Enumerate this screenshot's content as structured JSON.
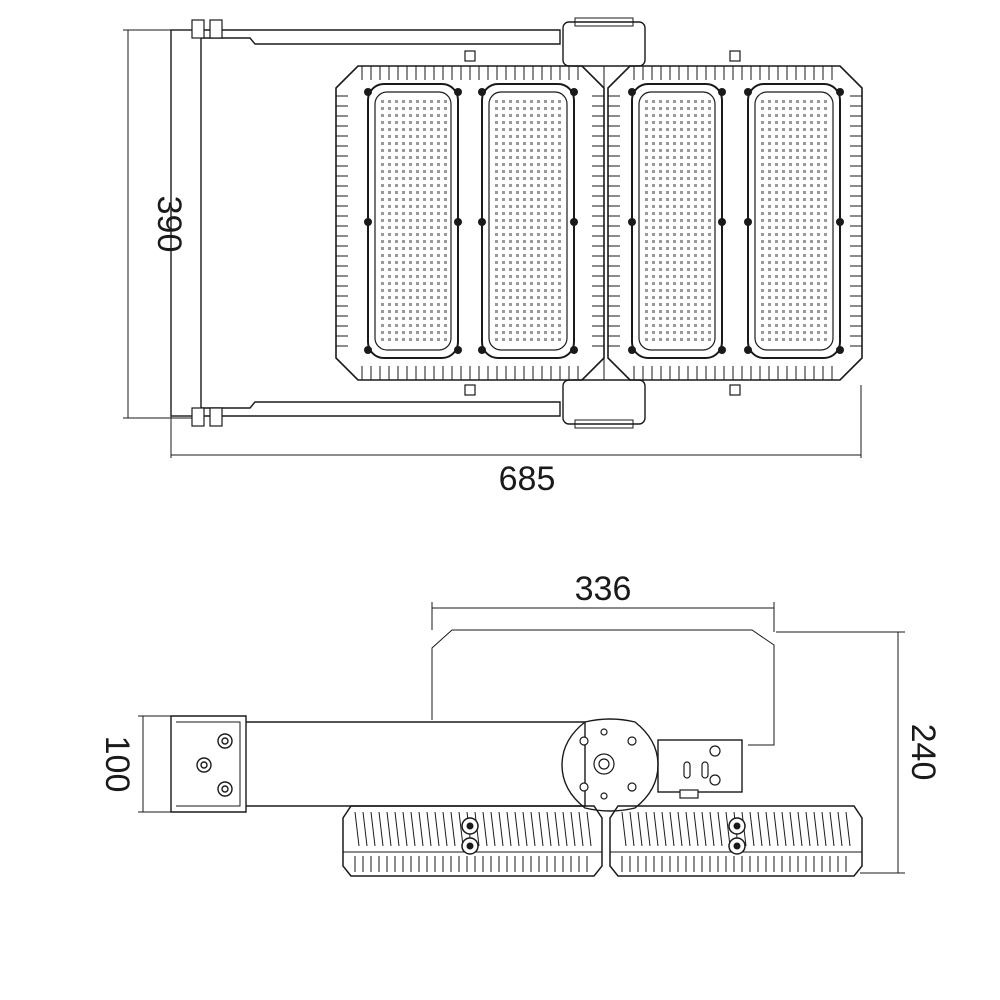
{
  "dimensions": {
    "top_view_height": "390",
    "top_view_width": "685",
    "side_view_top_width": "336",
    "side_view_bracket_height": "100",
    "side_view_total_height": "240"
  },
  "colors": {
    "line": "#1a1a1a",
    "background": "#ffffff"
  }
}
